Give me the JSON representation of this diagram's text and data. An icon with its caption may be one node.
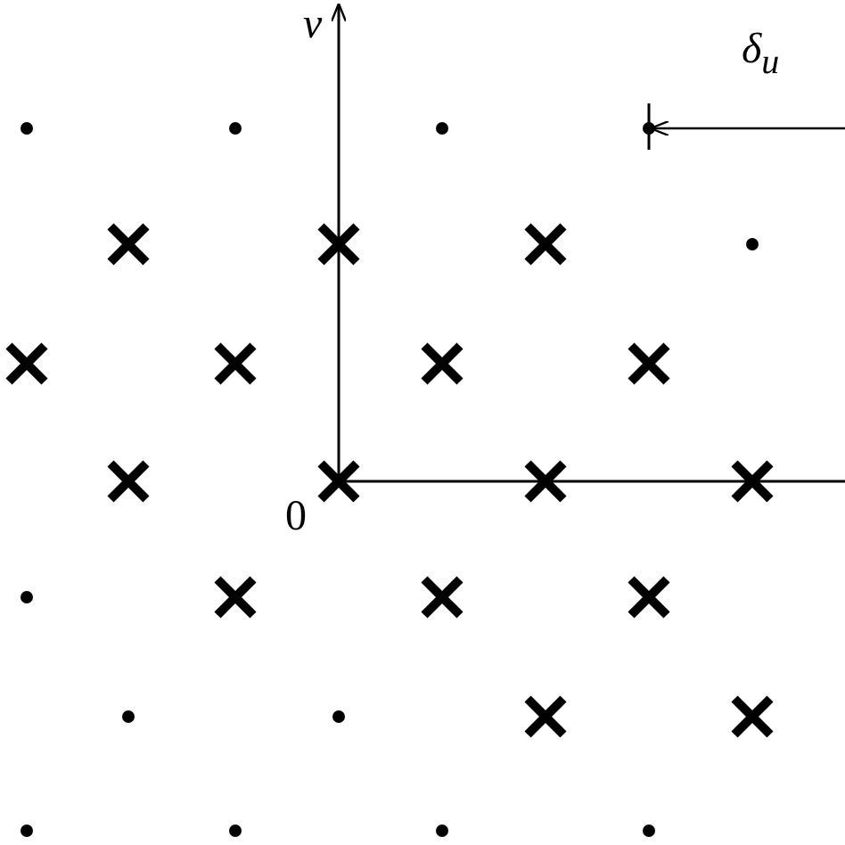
{
  "diagram": {
    "labels": [
      "v",
      "δ$_{u}$",
      "0"
    ]
  }
}
